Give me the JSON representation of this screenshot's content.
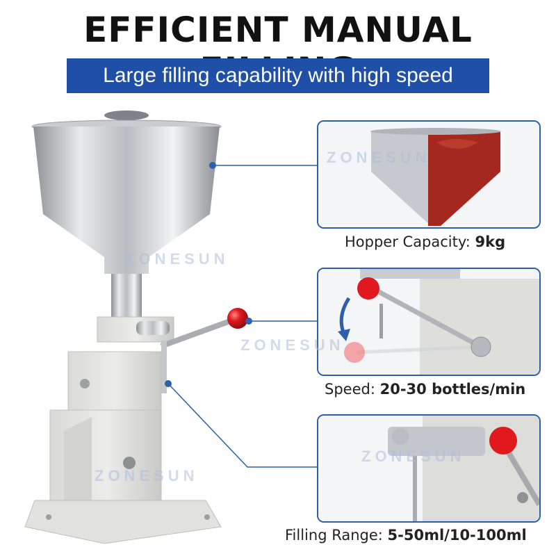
{
  "header": {
    "title": "EFFICIENT MANUAL FILLING",
    "subtitle": "Large filling capability with high speed"
  },
  "callouts": [
    {
      "label": "Hopper Capacity:",
      "value": "9kg"
    },
    {
      "label": "Speed:",
      "value": "20-30 bottles/min"
    },
    {
      "label": "Filling Range:",
      "value": "5-50ml/10-100ml"
    }
  ],
  "watermark": "ZONESUN",
  "colors": {
    "banner": "#1f4fa6",
    "panel_border": "#2d5fae",
    "handle_knob": "#e0191e",
    "sauce": "#a4281e"
  }
}
